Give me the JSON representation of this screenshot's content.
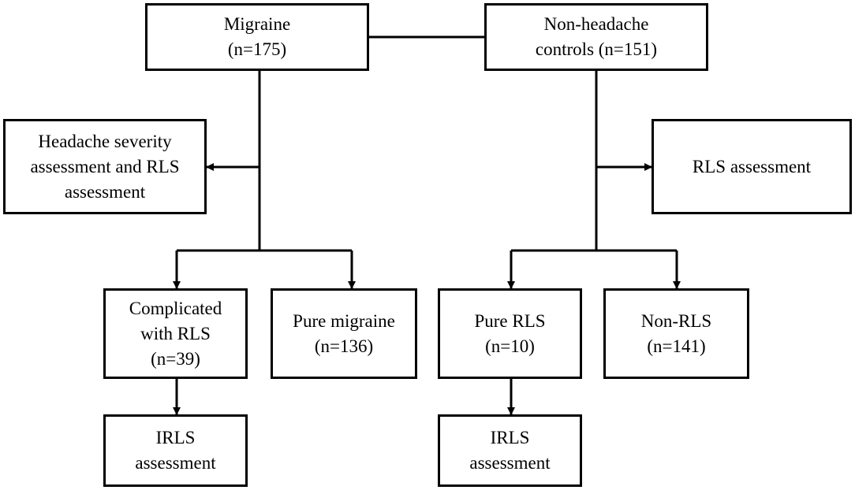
{
  "nodes": {
    "migraine": {
      "lines": [
        "Migraine",
        "(n=175)"
      ]
    },
    "controls": {
      "lines": [
        "Non-headache",
        "controls (n=151)"
      ]
    },
    "headache_assessment": {
      "lines": [
        "Headache severity",
        "assessment and RLS",
        "assessment"
      ]
    },
    "rls_assessment": {
      "lines": [
        "RLS assessment"
      ]
    },
    "complicated_rls": {
      "lines": [
        "Complicated",
        "with RLS",
        "(n=39)"
      ]
    },
    "pure_migraine": {
      "lines": [
        "Pure migraine",
        "(n=136)"
      ]
    },
    "pure_rls": {
      "lines": [
        "Pure RLS",
        "(n=10)"
      ]
    },
    "non_rls": {
      "lines": [
        "Non-RLS",
        "(n=141)"
      ]
    },
    "irls_left": {
      "lines": [
        "IRLS",
        "assessment"
      ]
    },
    "irls_right": {
      "lines": [
        "IRLS",
        "assessment"
      ]
    }
  },
  "edges": [
    {
      "from": "migraine",
      "to": "controls",
      "type": "line"
    },
    {
      "from": "migraine",
      "to": "headache_assessment",
      "type": "arrow"
    },
    {
      "from": "migraine",
      "to": "complicated_rls",
      "type": "arrow"
    },
    {
      "from": "migraine",
      "to": "pure_migraine",
      "type": "arrow"
    },
    {
      "from": "controls",
      "to": "rls_assessment",
      "type": "arrow"
    },
    {
      "from": "controls",
      "to": "pure_rls",
      "type": "arrow"
    },
    {
      "from": "controls",
      "to": "non_rls",
      "type": "arrow"
    },
    {
      "from": "complicated_rls",
      "to": "irls_left",
      "type": "arrow"
    },
    {
      "from": "pure_rls",
      "to": "irls_right",
      "type": "arrow"
    }
  ]
}
